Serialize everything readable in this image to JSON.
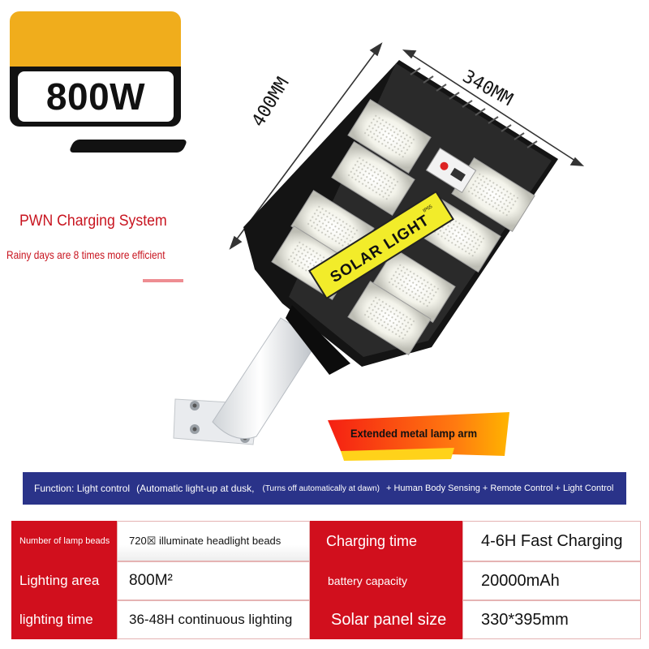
{
  "badge": {
    "power": "800W"
  },
  "dimensions": {
    "length": "400MM",
    "width": "340MM"
  },
  "headline": "PWN Charging System",
  "subheadline": "Rainy days are 8 times more efficient",
  "panel": {
    "label": "SOLAR LIGHT",
    "rating": "IP65"
  },
  "arm_label": "Extended metal lamp arm",
  "function_bar": {
    "title": "Function: Light control",
    "auto": "(Automatic light-up at dusk,",
    "auto_off": "(Turns off automatically at dawn)",
    "extras": "+ Human Body Sensing + Remote Control + Light Control"
  },
  "specs": [
    {
      "label": "Number of lamp beads",
      "value": "720☒ illuminate headlight beads"
    },
    {
      "label": "Charging time",
      "value": "4-6H Fast Charging"
    },
    {
      "label": "Lighting area",
      "value": "800M²"
    },
    {
      "label": "battery capacity",
      "value": "20000mAh"
    },
    {
      "label": "lighting time",
      "value": "36-48H continuous lighting"
    },
    {
      "label": "Solar panel size",
      "value": "330*395mm"
    }
  ],
  "colors": {
    "accent_red": "#d10f1d",
    "brand_navy": "#2a3389",
    "badge_gold": "#f0ad1c",
    "panel_yellow": "#f2ec2a"
  }
}
